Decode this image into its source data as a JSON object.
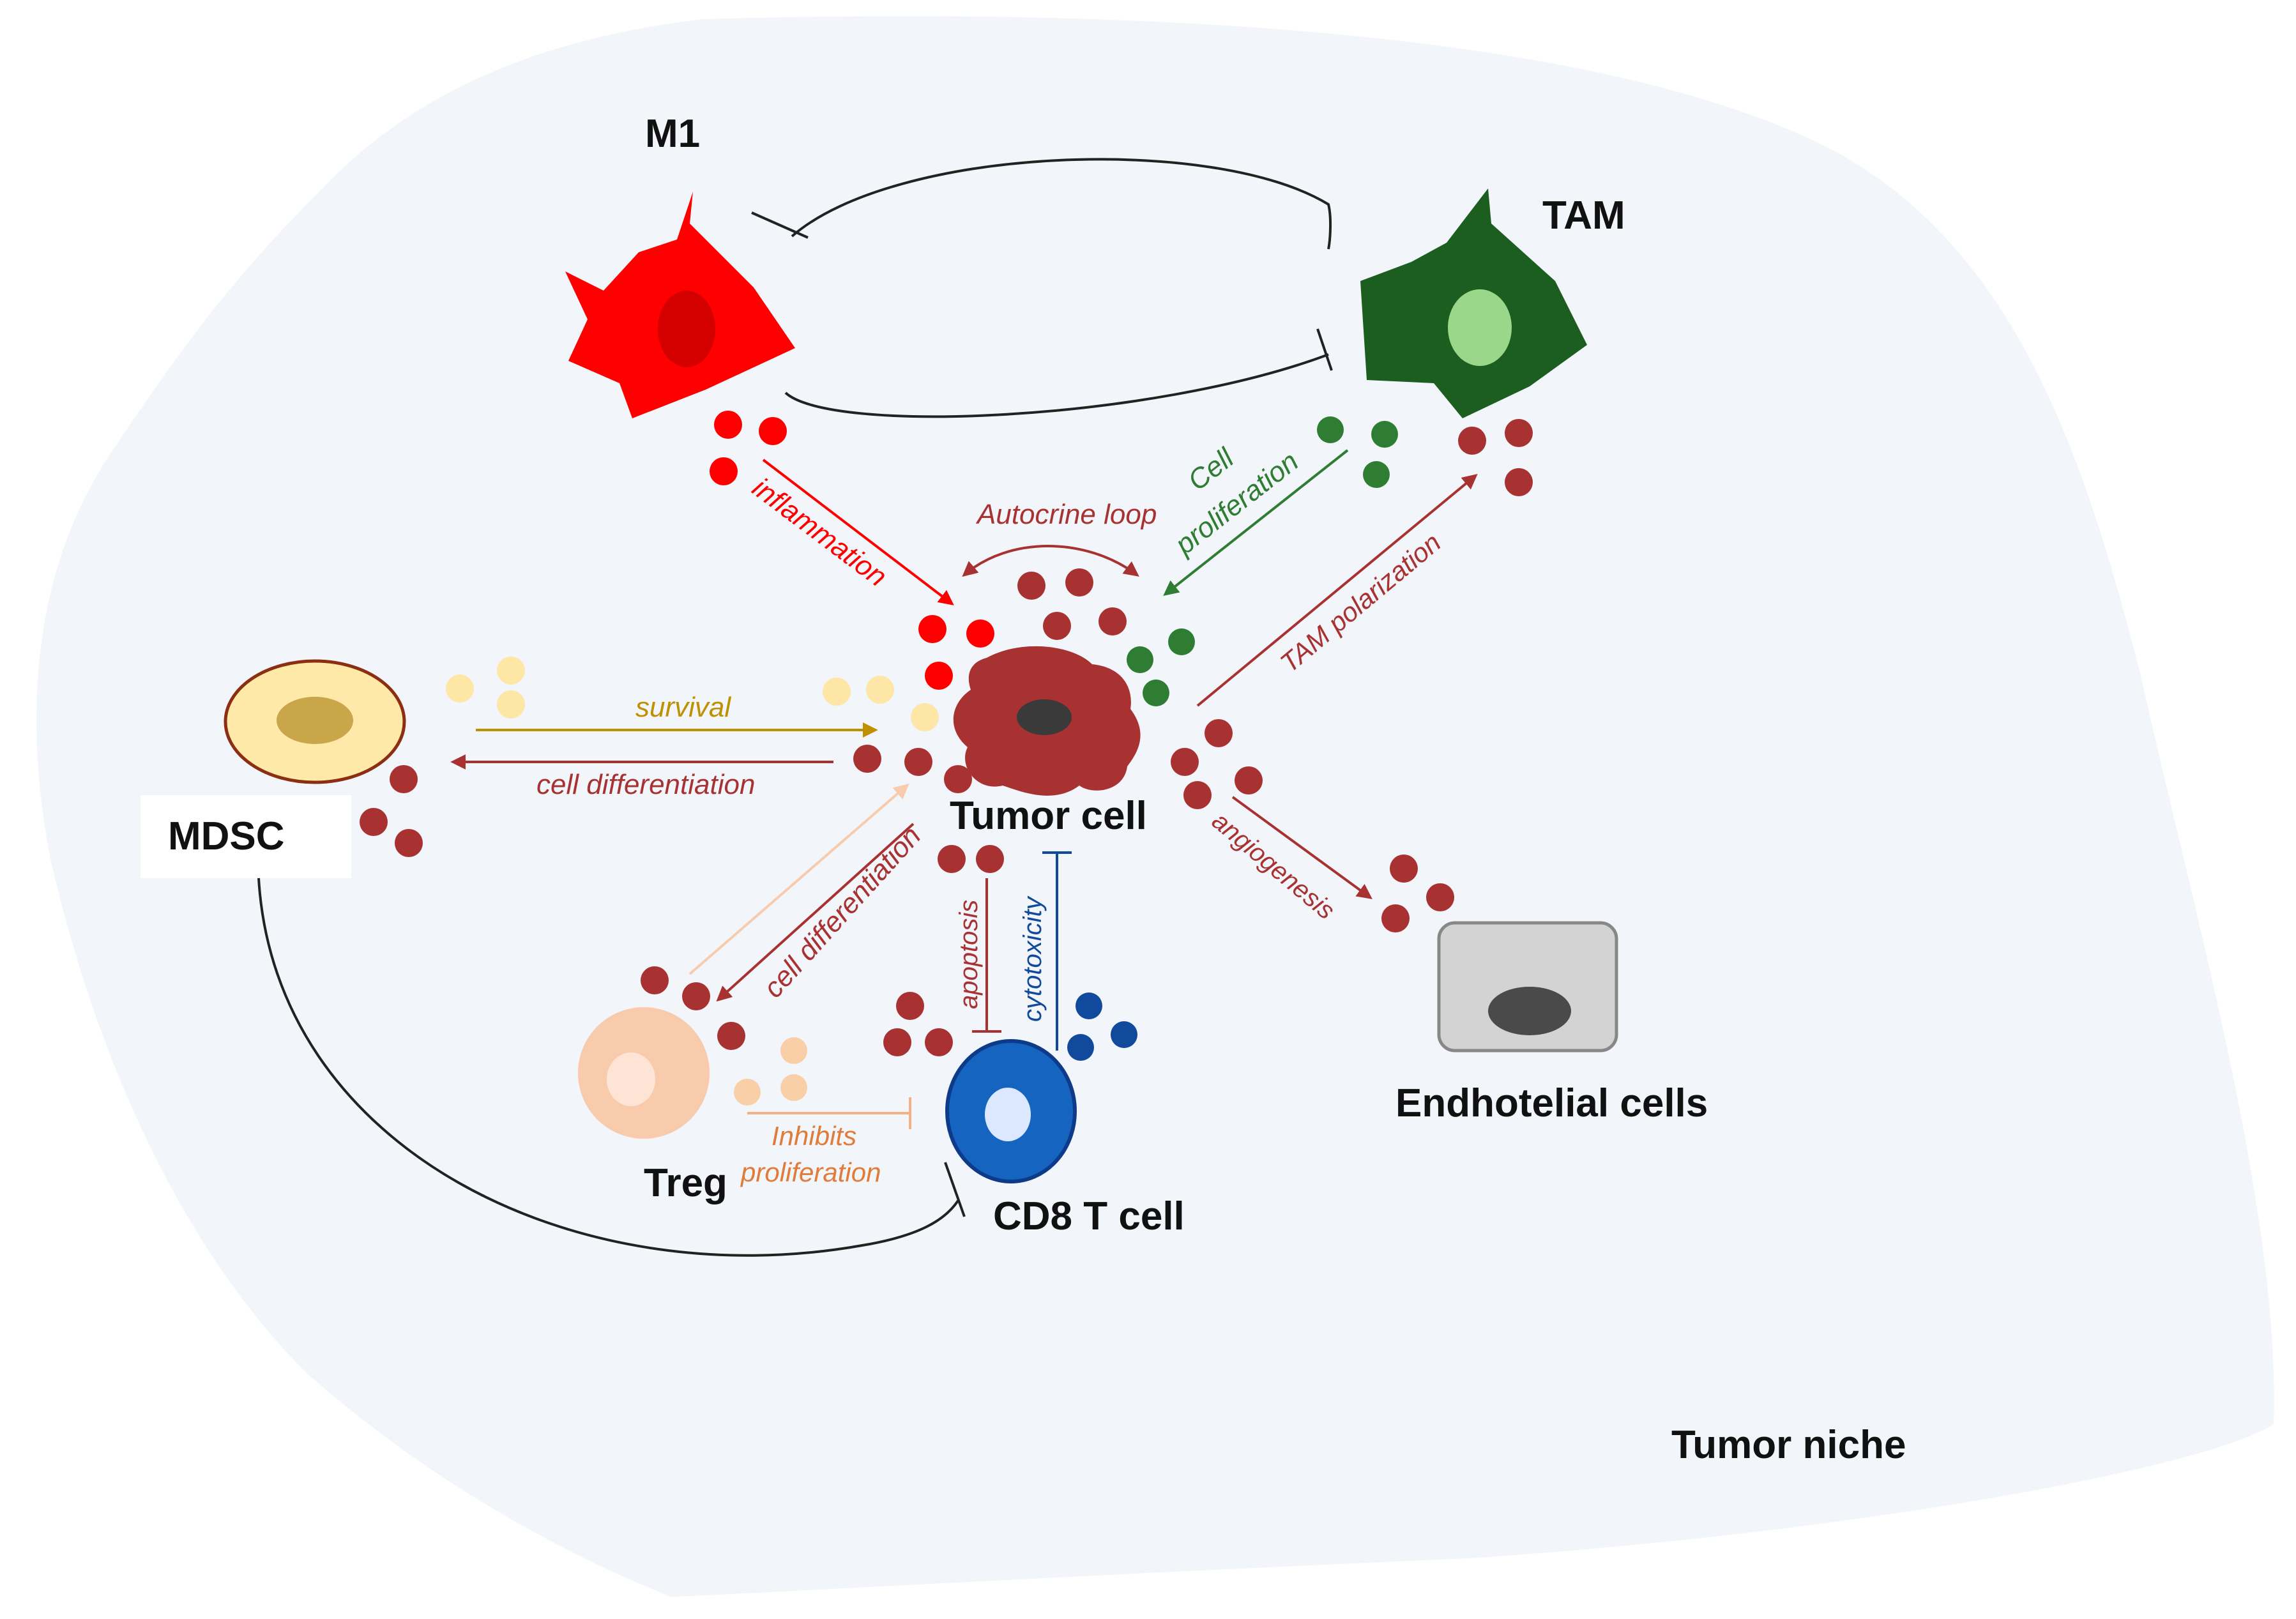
{
  "cells": {
    "m1": "M1",
    "tam": "TAM",
    "mdsc": "MDSC",
    "tumor": "Tumor cell",
    "treg": "Treg",
    "cd8": "CD8 T cell",
    "endothelial": "Endhotelial cells",
    "niche": "Tumor niche"
  },
  "processes": {
    "autocrine": "Autocrine loop",
    "inflammation": "inflammation",
    "cell_proliferation_1": "Cell",
    "cell_proliferation_2": "proliferation",
    "tam_polarization": "TAM polarization",
    "survival": "survival",
    "cell_differentiation_mdsc": "cell differentiation",
    "cell_differentiation_treg": "cell differentiation",
    "apoptosis": "apoptosis",
    "cytotoxicity": "cytotoxicity",
    "angiogenesis": "angiogenesis",
    "inhibits_1": "Inhibits",
    "inhibits_2": "proliferation"
  },
  "colors": {
    "niche_bg": "#f2f5f9",
    "m1": "#ff0000",
    "m1_nucleus": "#d40000",
    "tam": "#1b5e20",
    "tam_nucleus": "#9bd78a",
    "tam_arrow": "#2e7d32",
    "tumor": "#a83232",
    "tumor_dark": "#7f1d1d",
    "tumor_nucleus": "#3a3a3a",
    "mdsc_fill": "#ffe9a8",
    "mdsc_border": "#8b2e12",
    "mdsc_nucleus": "#c9a64a",
    "mdsc_dot": "#fde6a6",
    "survival": "#bf9000",
    "treg": "#f8cbad",
    "treg_nucleus": "#fde4d5",
    "treg_dot": "#f9cfa8",
    "inhibits": "#e07b39",
    "cd8": "#1565c0",
    "cd8_border": "#0d3b8a",
    "cd8_nucleus": "#dce8ff",
    "cd8_dot": "#114a9c",
    "endo_fill": "#d3d3d3",
    "endo_border": "#888888",
    "endo_nucleus": "#4a4a4a",
    "text_dark": "#111111"
  }
}
